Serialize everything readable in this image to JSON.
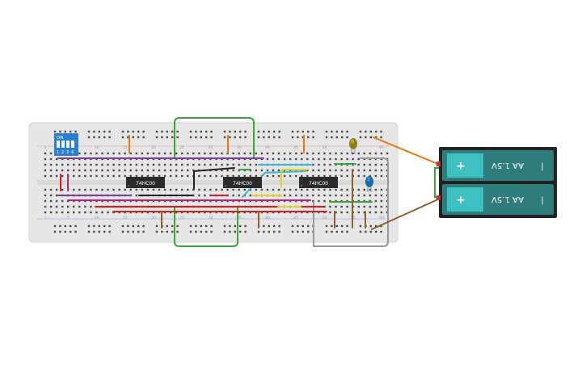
{
  "dip_switch": {
    "on_label": "ON",
    "positions": [
      "1",
      "2",
      "3",
      "4"
    ]
  },
  "chips": [
    {
      "label": "74HC00"
    },
    {
      "label": "74HC00"
    },
    {
      "label": "74HC00"
    }
  ],
  "column_numbers": [
    "1",
    "5",
    "10",
    "15",
    "20",
    "25",
    "30",
    "35",
    "40",
    "45",
    "50",
    "55",
    "60"
  ],
  "row_letters": [
    "a",
    "b",
    "c",
    "d",
    "e",
    "f",
    "g",
    "h",
    "i",
    "j"
  ],
  "batteries": [
    {
      "plus": "+",
      "voltage": "AA 1.5V",
      "minus": "|"
    },
    {
      "plus": "+",
      "voltage": "AA 1.5V",
      "minus": "|"
    }
  ],
  "leds": [
    {
      "color_name": "yellow",
      "color": "#8f7d1c"
    },
    {
      "color_name": "blue",
      "color": "#1a6aa3"
    }
  ],
  "colors": {
    "breadboard": "#e8e8e8",
    "chip": "#2b2b2b",
    "battery": "#2f7c7c",
    "battery_accent": "#3fc0c0",
    "dip_switch": "#2a7fd1"
  }
}
